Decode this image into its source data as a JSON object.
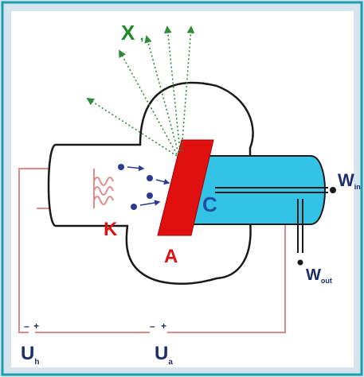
{
  "diagram": {
    "labels": {
      "rays": "X",
      "cathode": "K",
      "anode": "A",
      "coolant": "C",
      "water_in": "W",
      "water_in_sub": "in",
      "water_out": "W",
      "water_out_sub": "out",
      "heater_voltage": "U",
      "heater_voltage_sub": "h",
      "anode_voltage": "U",
      "anode_voltage_sub": "a",
      "minus_sign": "–",
      "plus_sign": "+"
    },
    "colors": {
      "background": "#d6e4ee",
      "panel": "#ffffff",
      "border": "#1a9fb2",
      "tube_outline": "#1a1a1a",
      "anode": "#e01010",
      "coolant": "#33c3e6",
      "circuit_wire": "#e08a8a",
      "electron": "#2b3a8f",
      "ray_color": "#2f8a3a",
      "label_red": "#e01010",
      "label_blue": "#1f4fa0",
      "label_green": "#1f8a2a",
      "label_dark": "#1c2d6b"
    },
    "icons": {
      "electron": "electron-dot-icon",
      "ray": "x-ray-arrow-icon",
      "filament": "filament-coil-icon"
    }
  }
}
